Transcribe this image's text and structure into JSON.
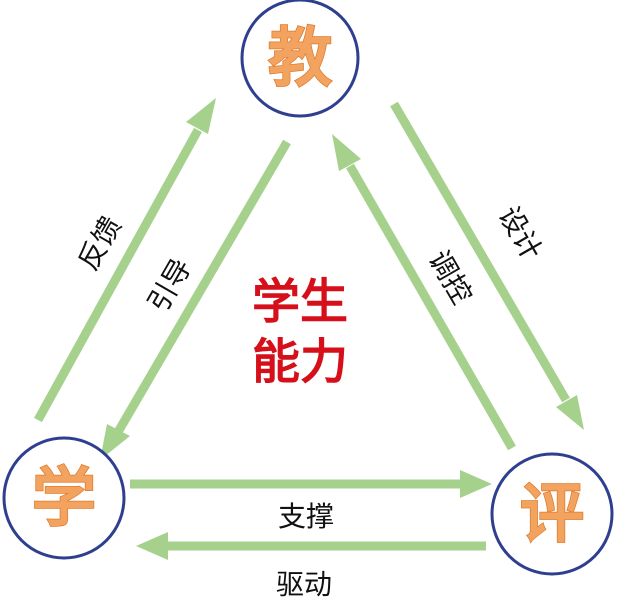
{
  "nodes": {
    "teach": "教",
    "learn": "学",
    "evaluate": "评"
  },
  "center": {
    "line1": "学生",
    "line2": "能力"
  },
  "edges": {
    "feedback": "反馈",
    "guide": "引导",
    "regulate": "调控",
    "design": "设计",
    "support": "支撑",
    "drive": "驱动"
  },
  "colors": {
    "node_border": "#2f3f8f",
    "node_text": "#f2a35f",
    "arrow": "#a6d18c",
    "center_text": "#d6101a",
    "edge_text": "#111111"
  }
}
